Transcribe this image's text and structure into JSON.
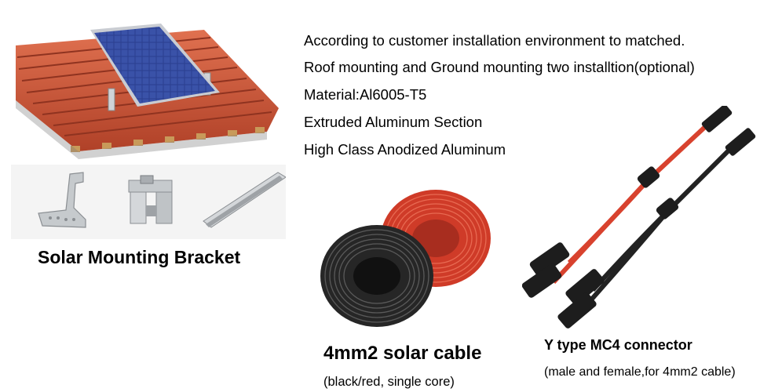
{
  "specs": [
    "According to customer installation environment to matched.",
    "Roof mounting and Ground mounting two installtion(optional)",
    "Material:Al6005-T5",
    "Extruded Aluminum Section",
    "High Class Anodized Aluminum"
  ],
  "products": {
    "bracket": {
      "title": "Solar Mounting Bracket"
    },
    "cable": {
      "title": "4mm2 solar cable",
      "subtitle": "(black/red, single core)"
    },
    "connector": {
      "title": "Y type MC4 connector",
      "subtitle": "(male and female,for 4mm2 cable)"
    }
  },
  "colors": {
    "roof_tile": "#c8553a",
    "panel": "#2b3f8f",
    "aluminum": "#c8ccd0",
    "cable_red": "#d8422e",
    "cable_black": "#2a2a2a"
  }
}
